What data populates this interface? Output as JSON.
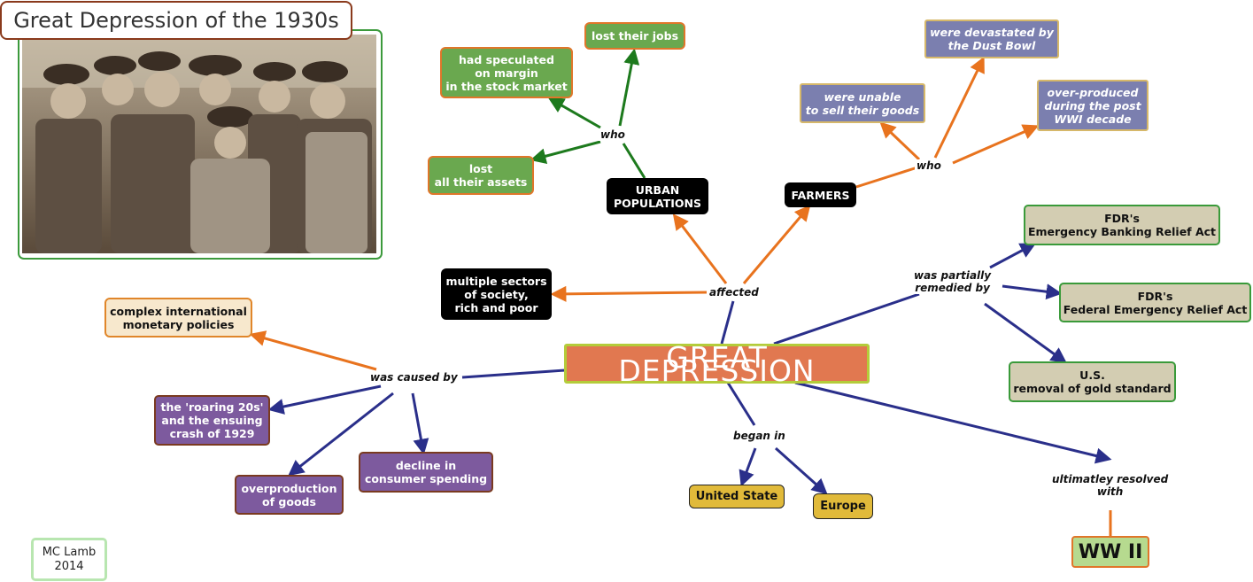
{
  "title": "Great Depression of the 1930s",
  "author": "MC Lamb\n2014",
  "central": "GREAT DEPRESSION",
  "nodes": {
    "lost_jobs": "lost their jobs",
    "speculated": "had speculated\non margin\nin the stock market",
    "lost_assets": "lost\nall their assets",
    "urban": "URBAN\nPOPULATIONS",
    "farmers": "FARMERS",
    "dust_bowl": "were devastated by\nthe Dust Bowl",
    "unable_sell": "were unable\nto sell their goods",
    "overproduced": "over-produced\nduring the post\nWWI decade",
    "multiple_sectors": "multiple sectors\nof society,\nrich and poor",
    "fdr_banking": "FDR's\nEmergency Banking Relief Act",
    "fdr_federal": "FDR's\nFederal Emergency Relief Act",
    "gold_standard": "U.S.\nremoval of gold standard",
    "complex_intl": "complex international\nmonetary policies",
    "roaring": "the 'roaring 20s'\nand the ensuing\ncrash of 1929",
    "overproduction": "overproduction\nof goods",
    "decline": "decline in\nconsumer spending",
    "united_state": "United State",
    "europe": "Europe",
    "ww2": "WW II"
  },
  "labels": {
    "who_urban": "who",
    "who_farmers": "who",
    "affected": "affected",
    "remedied": "was partially\nremedied by",
    "caused": "was caused by",
    "began": "began in",
    "resolved": "ultimatley resolved\nwith"
  },
  "photo": {
    "description_icon": "photo-children-icon"
  },
  "colors": {
    "orange_link": "#e8731e",
    "green_link": "#1d7a1d",
    "navy_link": "#2a2f8a"
  }
}
